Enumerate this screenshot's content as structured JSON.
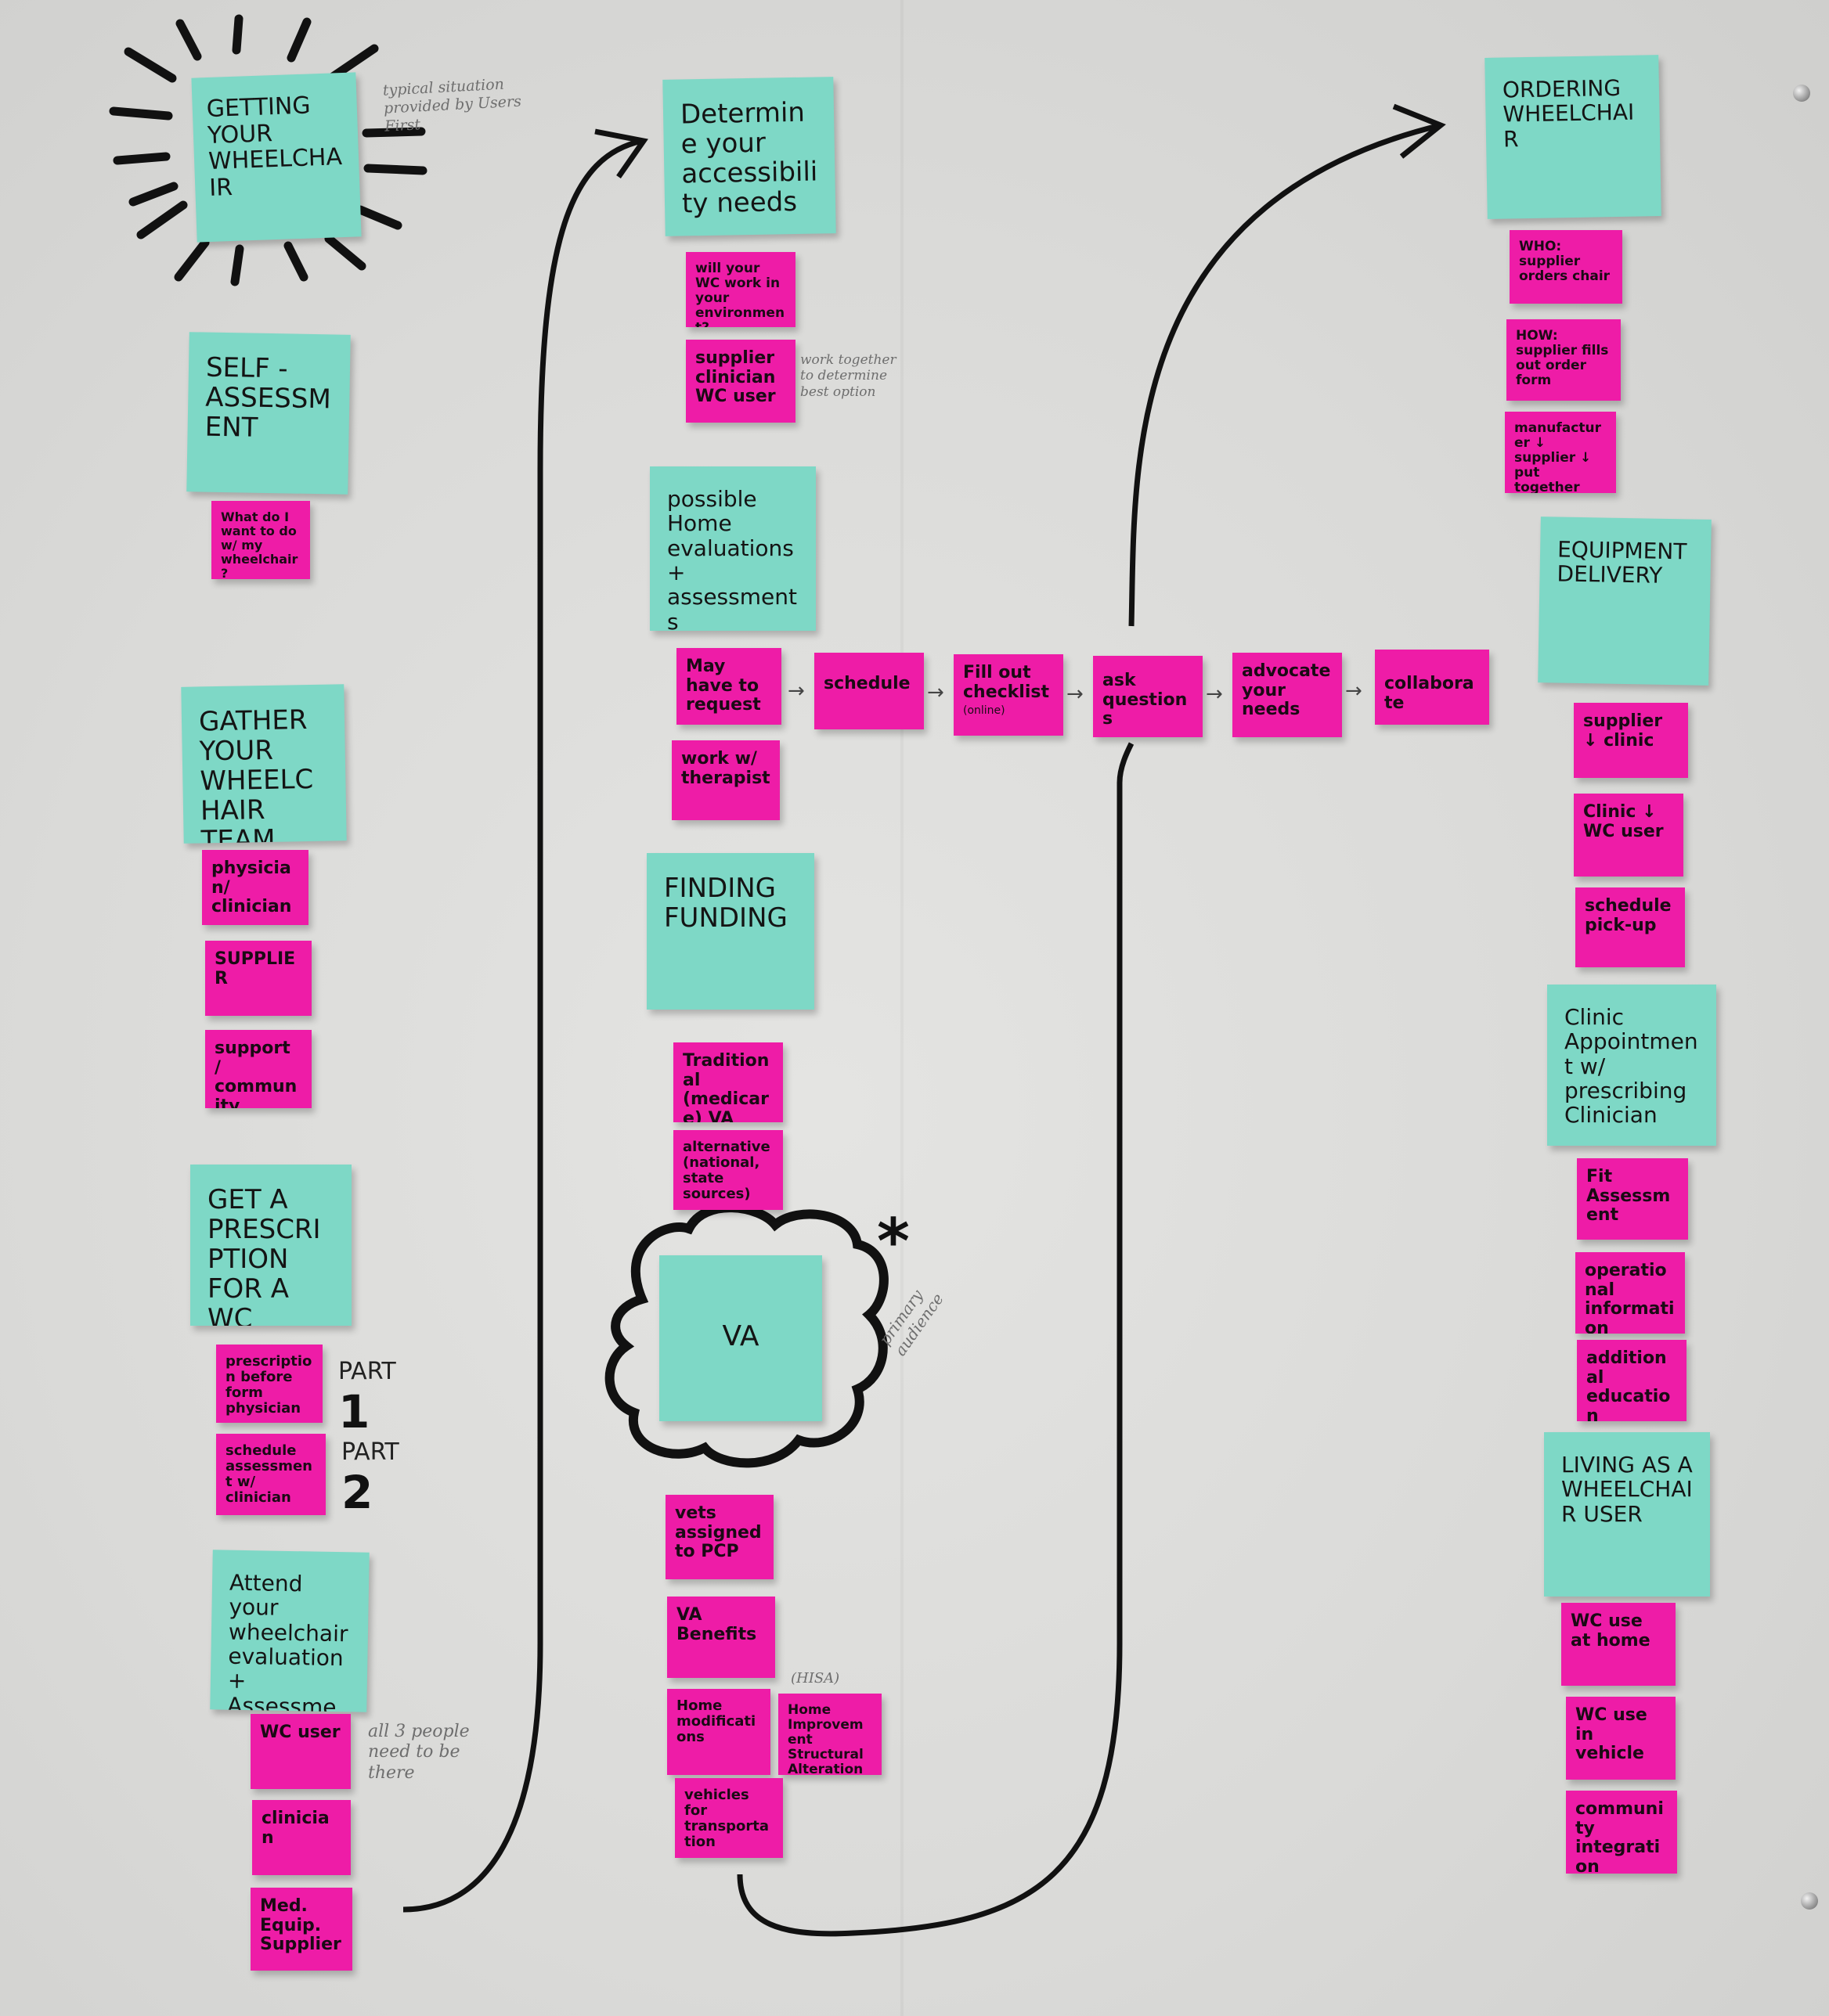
{
  "title_note": "GETTING YOUR WHEELCHAIR",
  "annotations": {
    "typical": "typical situation provided by Users First",
    "work_together": "work together to determine best option",
    "primary_audience": "primary audience",
    "hisa": "(HISA)",
    "all_people": "all 3 people need to be there",
    "all_people_num": "3",
    "asterisk": "*",
    "part1_label": "PART",
    "part1_num": "1",
    "part2_label": "PART",
    "part2_num": "2",
    "online": "(online)"
  },
  "col1": {
    "self_assessment": "SELF - ASSESSMENT",
    "self_assessment_q": "What do I want to do w/ my wheelchair?",
    "gather_team": "GATHER YOUR WHEELCHAIR TEAM",
    "physician": "physician/ clinician",
    "supplier": "SUPPLIER",
    "support": "support / community",
    "prescription": "GET A PRESCRIPTION FOR A WC EVALUATION",
    "prescription_before": "prescription before form physician",
    "schedule_assessment": "schedule assessment w/ clinician",
    "attend": "Attend your wheelchair evaluation + Assessment",
    "wc_user": "WC user",
    "clinician": "clinician",
    "med_equip": "Med. Equip. Supplier"
  },
  "col2": {
    "determine": "Determine your accessibility needs",
    "will_work": "will your WC work in your environment?",
    "supplier_clinician": "supplier clinician WC user",
    "home_eval": "possible Home evaluations + assessments",
    "may_have": "May have to request",
    "schedule": "schedule",
    "fill_out": "Fill out checklist",
    "ask_questions": "ask questions",
    "advocate": "advocate your needs",
    "collaborate": "collaborate",
    "work_therapist": "work w/ therapist",
    "finding_funding": "FINDING FUNDING",
    "traditional": "Traditional (medicare) VA",
    "alternative": "alternative (national, state sources)",
    "va": "VA",
    "vets_assigned": "vets assigned to PCP",
    "va_benefits": "VA Benefits",
    "home_mods": "Home modifications",
    "home_improvement": "Home Improvement Structural Alteration",
    "vehicles": "vehicles for transportation"
  },
  "col3": {
    "ordering": "ORDERING WHEELCHAIR",
    "who": "WHO: supplier orders chair",
    "how": "HOW: supplier fills out order form",
    "manufacturer": "manufacturer ↓ supplier ↓ put together",
    "delivery": "EQUIPMENT DELIVERY",
    "supplier_clinic": "supplier ↓ clinic",
    "clinic_wc_user": "Clinic ↓ WC user",
    "pickup": "schedule pick-up",
    "clinic_appt": "Clinic Appointment w/ prescribing Clinician",
    "fit_assessment": "Fit Assessment",
    "operational": "operational information",
    "additional_ed": "additional education",
    "living": "LIVING AS A WHEELCHAIR USER",
    "at_home": "WC use at home",
    "in_vehicle": "WC use in vehicle",
    "community": "community integration"
  },
  "colors": {
    "teal": "#7ed8c6",
    "pink": "#ee1ca7",
    "ink": "#111111",
    "paper": "#dcdcda"
  }
}
